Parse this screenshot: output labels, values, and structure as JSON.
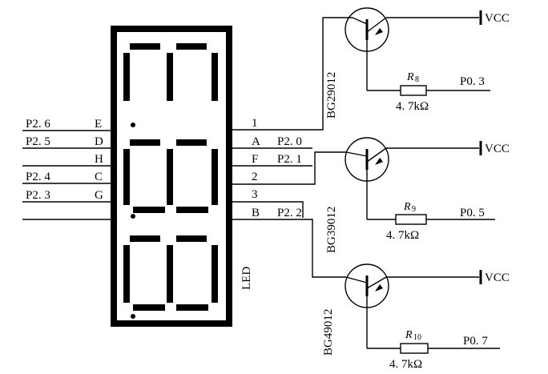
{
  "left_pins": [
    {
      "port": "P2. 6",
      "segment": "E"
    },
    {
      "port": "P2. 5",
      "segment": "D"
    },
    {
      "port": "",
      "segment": "H"
    },
    {
      "port": "P2. 4",
      "segment": "C"
    },
    {
      "port": "P2. 3",
      "segment": "G"
    }
  ],
  "right_pins": [
    {
      "pin": "1",
      "port": ""
    },
    {
      "pin": "A",
      "port": "P2. 0"
    },
    {
      "pin": "F",
      "port": "P2. 1"
    },
    {
      "pin": "2",
      "port": ""
    },
    {
      "pin": "3",
      "port": ""
    },
    {
      "pin": "B",
      "port": "P2. 2"
    }
  ],
  "display_label": "LED",
  "transistors": [
    {
      "name": "BG29012",
      "vcc": "VCC",
      "resistor": "R",
      "resistor_sub": "8",
      "value": "4. 7kΩ",
      "port": "P0. 3"
    },
    {
      "name": "BG39012",
      "vcc": "VCC",
      "resistor": "R",
      "resistor_sub": "9",
      "value": "4. 7kΩ",
      "port": "P0. 5"
    },
    {
      "name": "BG49012",
      "vcc": "VCC",
      "resistor": "R",
      "resistor_sub": "10",
      "value": "4. 7kΩ",
      "port": "P0. 7"
    }
  ]
}
